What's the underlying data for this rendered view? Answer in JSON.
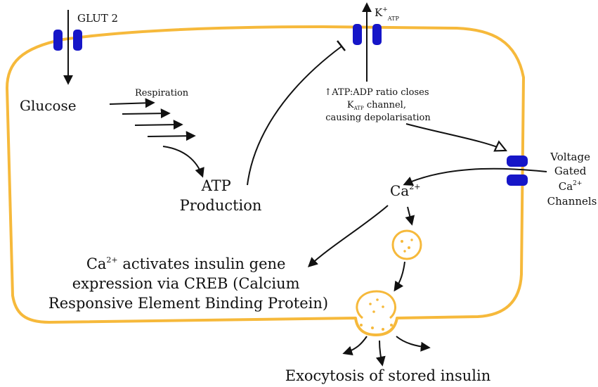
{
  "labels": {
    "glut2": "GLUT 2",
    "k_atp": "K",
    "k_atp_sup": "+",
    "k_atp_sub": "ATP",
    "glucose": "Glucose",
    "respiration": "Respiration",
    "atp_line1": "ATP",
    "atp_line2": "Production",
    "katp_note_line1": "ATP:ADP ratio closes",
    "katp_note_arrow": "↑",
    "katp_note_line2_k": "K",
    "katp_note_line2_sub": "ATP",
    "katp_note_line2_rest": " channel,",
    "katp_note_line3": "causing depolarisation",
    "vgcc_line1": "Voltage",
    "vgcc_line2": "Gated",
    "vgcc_line3_ca": "Ca",
    "vgcc_line3_sup": "2+",
    "vgcc_line4": "Channels",
    "ca_ion": "Ca",
    "ca_ion_sup": "2+",
    "creb_line1_ca": "Ca",
    "creb_line1_sup": "2+",
    "creb_line1_rest": " activates insulin gene",
    "creb_line2": "expression via CREB (Calcium",
    "creb_line3": "Responsive Element Binding Protein)",
    "exocytosis": "Exocytosis of stored insulin"
  },
  "colors": {
    "membrane": "#f6b93b",
    "channel": "#1616c8",
    "arrow": "#111111"
  }
}
